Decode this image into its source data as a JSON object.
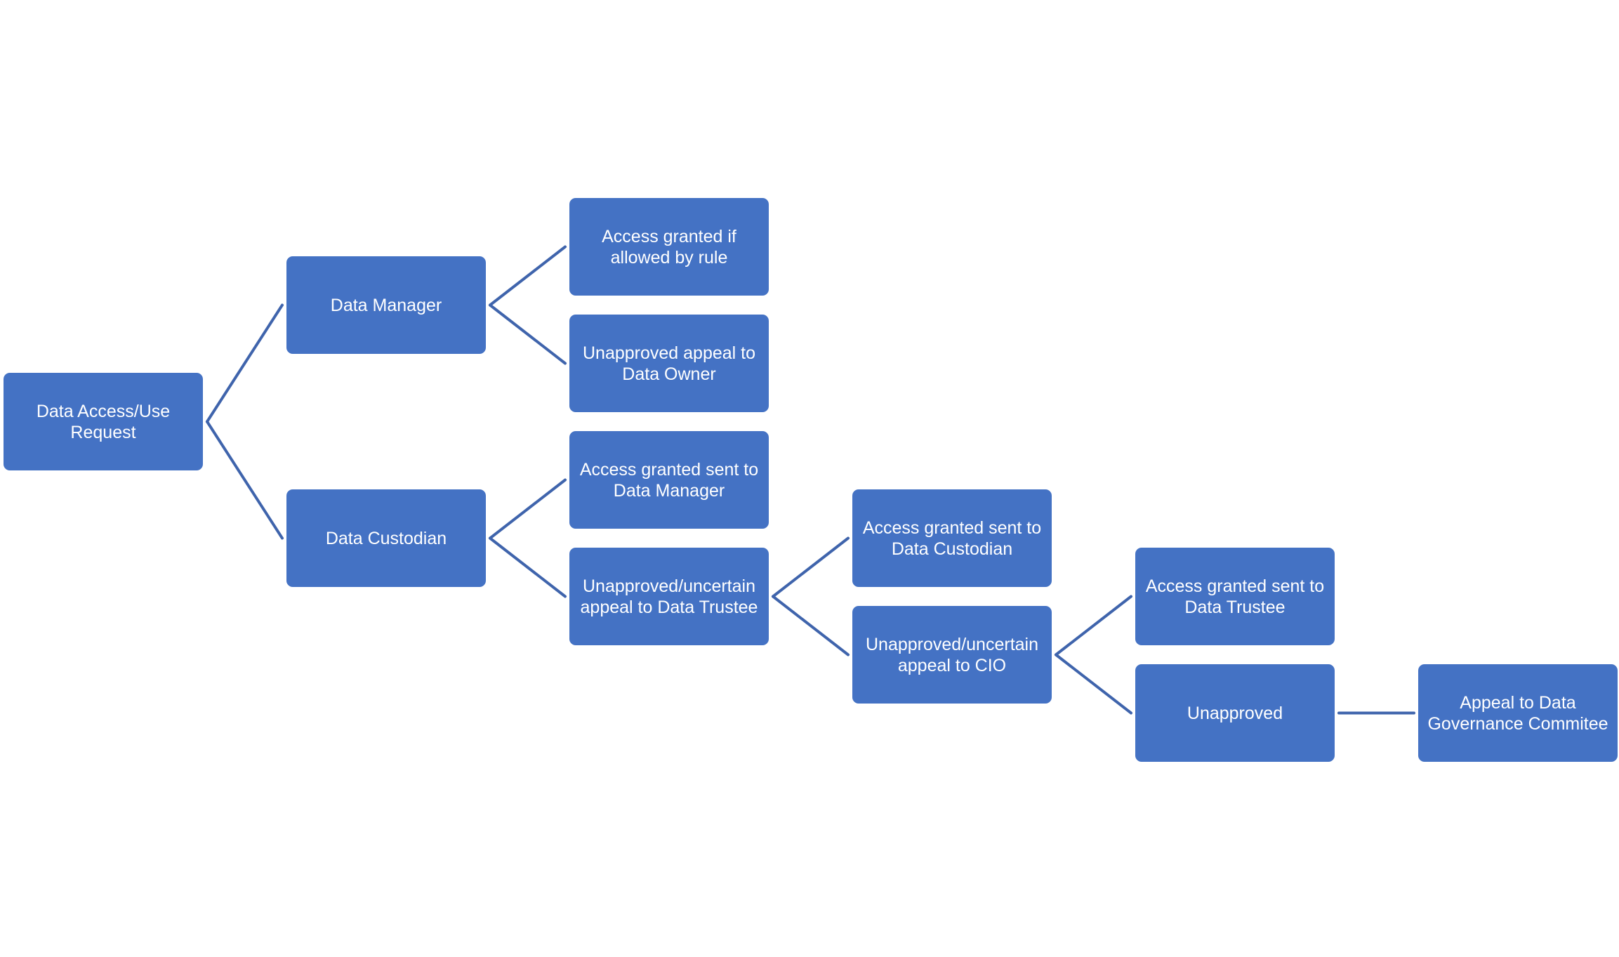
{
  "diagram": {
    "line_color": "#3f64ac",
    "node_color": "#4472c4",
    "nodes": {
      "root": "Data Access/Use\nRequest",
      "manager": "Data Manager",
      "custodian": "Data Custodian",
      "mgr_granted": "Access granted if\nallowed by rule",
      "mgr_appeal": "Unapproved appeal to\nData Owner",
      "cust_granted": "Access granted sent to\nData Manager",
      "cust_appeal": "Unapproved/uncertain\nappeal to Data Trustee",
      "trustee_granted": "Access granted sent to\nData Custodian",
      "trustee_appeal": "Unapproved/uncertain\nappeal to CIO",
      "cio_granted": "Access granted sent to\nData Trustee",
      "cio_unapproved": "Unapproved",
      "committee": "Appeal to Data\nGovernance Commitee"
    },
    "edges": [
      [
        "root",
        "manager"
      ],
      [
        "root",
        "custodian"
      ],
      [
        "manager",
        "mgr_granted"
      ],
      [
        "manager",
        "mgr_appeal"
      ],
      [
        "custodian",
        "cust_granted"
      ],
      [
        "custodian",
        "cust_appeal"
      ],
      [
        "cust_appeal",
        "trustee_granted"
      ],
      [
        "cust_appeal",
        "trustee_appeal"
      ],
      [
        "trustee_appeal",
        "cio_granted"
      ],
      [
        "trustee_appeal",
        "cio_unapproved"
      ],
      [
        "cio_unapproved",
        "committee"
      ]
    ]
  }
}
